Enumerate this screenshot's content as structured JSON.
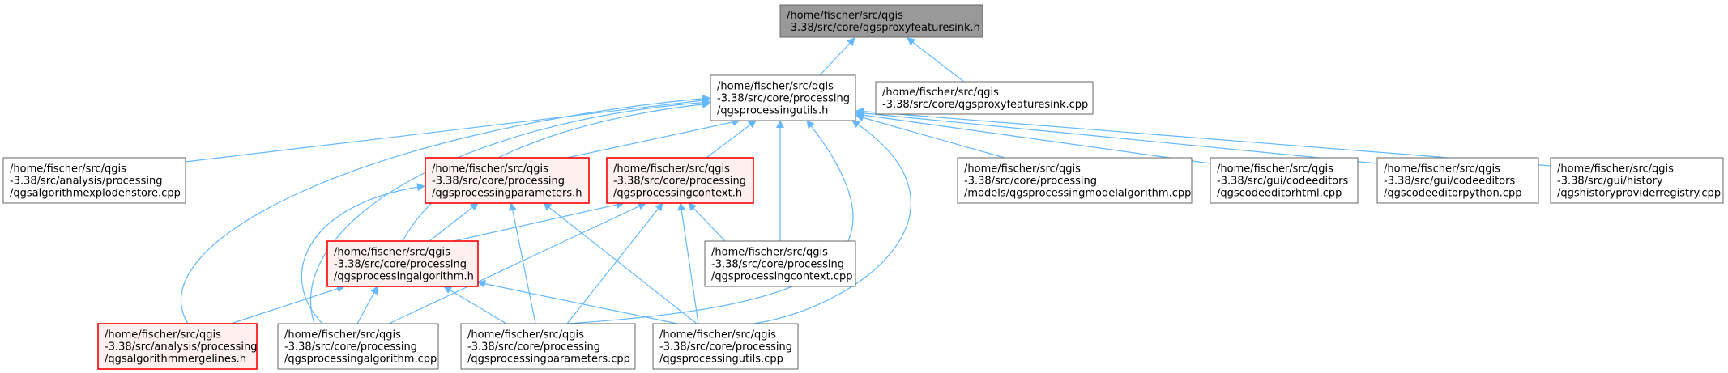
{
  "colors": {
    "edge": "#63b8ff",
    "border_default": "#666666",
    "border_highlight": "#ff0000",
    "fill_default": "#ffffff",
    "fill_highlight": "#fff0f0",
    "fill_root": "#999999",
    "border_root": "#666666"
  },
  "nodes": [
    {
      "id": "proxyfeaturesink_h",
      "style": "root",
      "lines": [
        "/home/fischer/src/qgis",
        "-3.38/src/core/qgsproxyfeaturesink.h"
      ]
    },
    {
      "id": "processingutils_h",
      "style": "default",
      "lines": [
        "/home/fischer/src/qgis",
        "-3.38/src/core/processing",
        "/qgsprocessingutils.h"
      ]
    },
    {
      "id": "proxyfeaturesink_cpp",
      "style": "default",
      "lines": [
        "/home/fischer/src/qgis",
        "-3.38/src/core/qgsproxyfeaturesink.cpp"
      ]
    },
    {
      "id": "algorithmexplodehstore_cpp",
      "style": "default",
      "lines": [
        "/home/fischer/src/qgis",
        "-3.38/src/analysis/processing",
        "/qgsalgorithmexplodehstore.cpp"
      ]
    },
    {
      "id": "processingparameters_h",
      "style": "highlight",
      "lines": [
        "/home/fischer/src/qgis",
        "-3.38/src/core/processing",
        "/qgsprocessingparameters.h"
      ]
    },
    {
      "id": "processingcontext_h",
      "style": "highlight",
      "lines": [
        "/home/fischer/src/qgis",
        "-3.38/src/core/processing",
        "/qgsprocessingcontext.h"
      ]
    },
    {
      "id": "processingmodelalgorithm_cpp",
      "style": "default",
      "lines": [
        "/home/fischer/src/qgis",
        "-3.38/src/core/processing",
        "/models/qgsprocessingmodelalgorithm.cpp"
      ]
    },
    {
      "id": "codeeditorhtml_cpp",
      "style": "default",
      "lines": [
        "/home/fischer/src/qgis",
        "-3.38/src/gui/codeeditors",
        "/qgscodeeditorhtml.cpp"
      ]
    },
    {
      "id": "codeeditorpython_cpp",
      "style": "default",
      "lines": [
        "/home/fischer/src/qgis",
        "-3.38/src/gui/codeeditors",
        "/qgscodeeditorpython.cpp"
      ]
    },
    {
      "id": "historyproviderregistry_cpp",
      "style": "default",
      "lines": [
        "/home/fischer/src/qgis",
        "-3.38/src/gui/history",
        "/qgshistoryproviderregistry.cpp"
      ]
    },
    {
      "id": "processingalgorithm_h",
      "style": "highlight",
      "lines": [
        "/home/fischer/src/qgis",
        "-3.38/src/core/processing",
        "/qgsprocessingalgorithm.h"
      ]
    },
    {
      "id": "processingcontext_cpp",
      "style": "default",
      "lines": [
        "/home/fischer/src/qgis",
        "-3.38/src/core/processing",
        "/qgsprocessingcontext.cpp"
      ]
    },
    {
      "id": "algorithmmergelines_h",
      "style": "highlight",
      "lines": [
        "/home/fischer/src/qgis",
        "-3.38/src/analysis/processing",
        "/qgsalgorithmmergelines.h"
      ]
    },
    {
      "id": "processingalgorithm_cpp",
      "style": "default",
      "lines": [
        "/home/fischer/src/qgis",
        "-3.38/src/core/processing",
        "/qgsprocessingalgorithm.cpp"
      ]
    },
    {
      "id": "processingparameters_cpp",
      "style": "default",
      "lines": [
        "/home/fischer/src/qgis",
        "-3.38/src/core/processing",
        "/qgsprocessingparameters.cpp"
      ]
    },
    {
      "id": "processingutils_cpp",
      "style": "default",
      "lines": [
        "/home/fischer/src/qgis",
        "-3.38/src/core/processing",
        "/qgsprocessingutils.cpp"
      ]
    }
  ],
  "edges": [
    {
      "from": "processingutils_h",
      "to": "proxyfeaturesink_h"
    },
    {
      "from": "proxyfeaturesink_cpp",
      "to": "proxyfeaturesink_h"
    },
    {
      "from": "algorithmexplodehstore_cpp",
      "to": "processingutils_h"
    },
    {
      "from": "processingparameters_h",
      "to": "processingutils_h"
    },
    {
      "from": "processingcontext_h",
      "to": "processingutils_h"
    },
    {
      "from": "processingcontext_cpp",
      "to": "processingutils_h"
    },
    {
      "from": "processingmodelalgorithm_cpp",
      "to": "processingutils_h"
    },
    {
      "from": "codeeditorhtml_cpp",
      "to": "processingutils_h"
    },
    {
      "from": "codeeditorpython_cpp",
      "to": "processingutils_h"
    },
    {
      "from": "historyproviderregistry_cpp",
      "to": "processingutils_h"
    },
    {
      "from": "processingalgorithm_h",
      "to": "processingutils_h"
    },
    {
      "from": "algorithmmergelines_h",
      "to": "processingutils_h"
    },
    {
      "from": "processingalgorithm_cpp",
      "to": "processingutils_h"
    },
    {
      "from": "processingparameters_cpp",
      "to": "processingutils_h"
    },
    {
      "from": "processingutils_cpp",
      "to": "processingutils_h"
    },
    {
      "from": "processingalgorithm_h",
      "to": "processingparameters_h"
    },
    {
      "from": "processingalgorithm_cpp",
      "to": "processingparameters_h"
    },
    {
      "from": "processingparameters_cpp",
      "to": "processingparameters_h"
    },
    {
      "from": "processingutils_cpp",
      "to": "processingparameters_h"
    },
    {
      "from": "processingalgorithm_h",
      "to": "processingcontext_h"
    },
    {
      "from": "processingcontext_cpp",
      "to": "processingcontext_h"
    },
    {
      "from": "processingalgorithm_cpp",
      "to": "processingcontext_h"
    },
    {
      "from": "processingparameters_cpp",
      "to": "processingcontext_h"
    },
    {
      "from": "processingutils_cpp",
      "to": "processingcontext_h"
    },
    {
      "from": "algorithmmergelines_h",
      "to": "processingalgorithm_h"
    },
    {
      "from": "processingalgorithm_cpp",
      "to": "processingalgorithm_h"
    },
    {
      "from": "processingparameters_cpp",
      "to": "processingalgorithm_h"
    },
    {
      "from": "processingutils_cpp",
      "to": "processingalgorithm_h"
    }
  ]
}
